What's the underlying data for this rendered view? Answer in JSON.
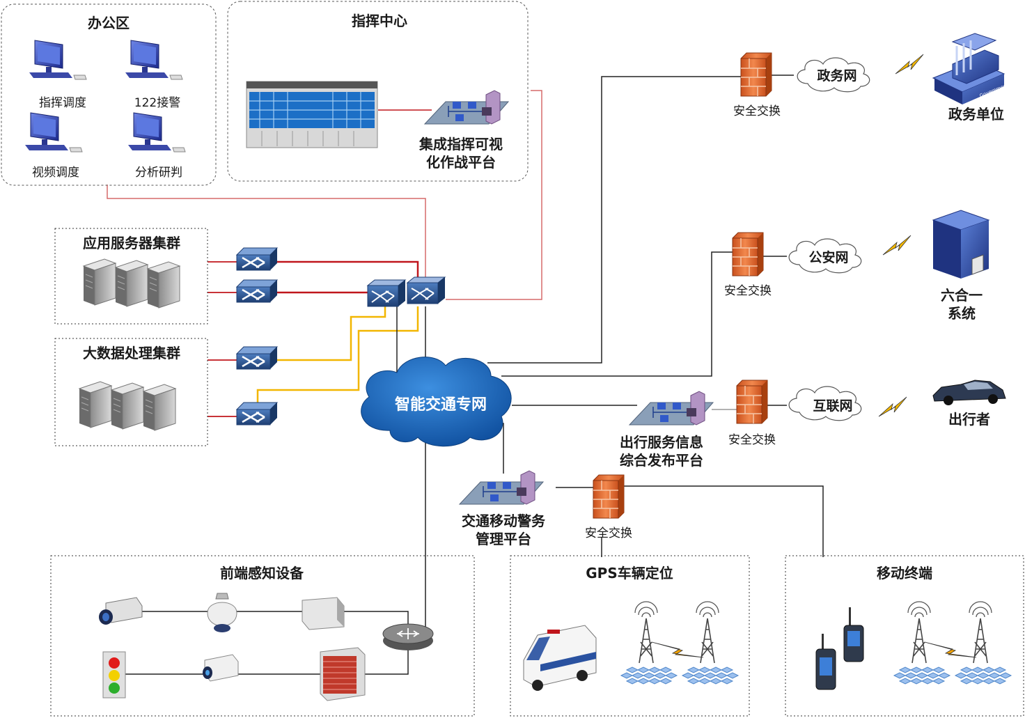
{
  "zones": {
    "office": {
      "title": "办公区",
      "items": [
        "指挥调度",
        "122接警",
        "视频调度",
        "分析研判"
      ]
    },
    "command": {
      "title": "指挥中心",
      "platform_line1": "集成指挥可视",
      "platform_line2": "化作战平台"
    },
    "app_cluster": {
      "title": "应用服务器集群"
    },
    "bigdata_cluster": {
      "title": "大数据处理集群"
    },
    "frontend": {
      "title": "前端感知设备"
    },
    "gps": {
      "title": "GPS车辆定位"
    },
    "mobile": {
      "title": "移动终端"
    }
  },
  "core_network": "智能交通专网",
  "security_label": "安全交换",
  "external": {
    "gov": {
      "network": "政务网",
      "unit": "政务单位",
      "building_sign": "Government"
    },
    "police": {
      "network": "公安网",
      "system_line1": "六合一",
      "system_line2": "系统"
    },
    "internet": {
      "network": "互联网",
      "user": "出行者"
    }
  },
  "platforms": {
    "travel_line1": "出行服务信息",
    "travel_line2": "综合发布平台",
    "mobile_police_line1": "交通移动警务",
    "mobile_police_line2": "管理平台"
  },
  "colors": {
    "red_link": "#c0161c",
    "pink_link": "#d66a6a",
    "yellow_link": "#f2b600",
    "cloud": "#1f6fc4",
    "firewall": "#e8743b",
    "switch": "#2f5a93"
  }
}
